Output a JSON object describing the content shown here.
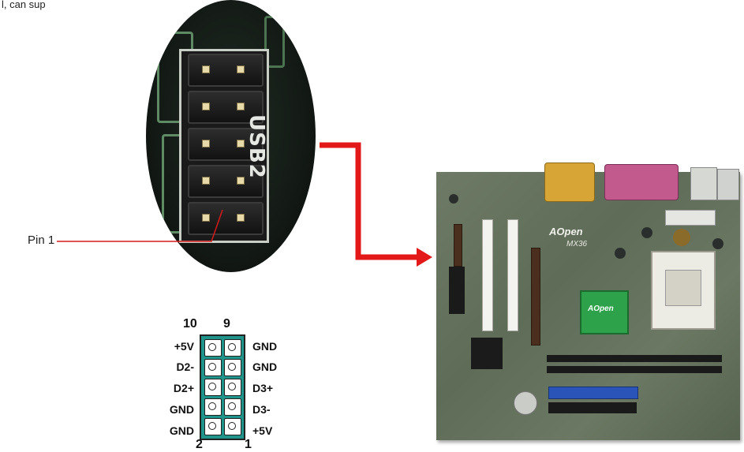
{
  "caption_fragment": "l, can sup",
  "header_silkscreen": "USB2",
  "pin1_label": "Pin 1",
  "pinout": {
    "top_left_number": "10",
    "top_right_number": "9",
    "bottom_left_number": "2",
    "bottom_right_number": "1",
    "left_signals": [
      "+5V",
      "D2-",
      "D2+",
      "GND",
      "GND"
    ],
    "right_signals": [
      "GND",
      "GND",
      "D3+",
      "D3-",
      "+5V"
    ]
  },
  "board": {
    "brand_logo": "AOpen",
    "model": "MX36",
    "chipset_logo": "AOpen"
  },
  "colors": {
    "arrow": "#e31818",
    "pinout_fill": "#1e948a",
    "board_pcb": "#66735f"
  }
}
